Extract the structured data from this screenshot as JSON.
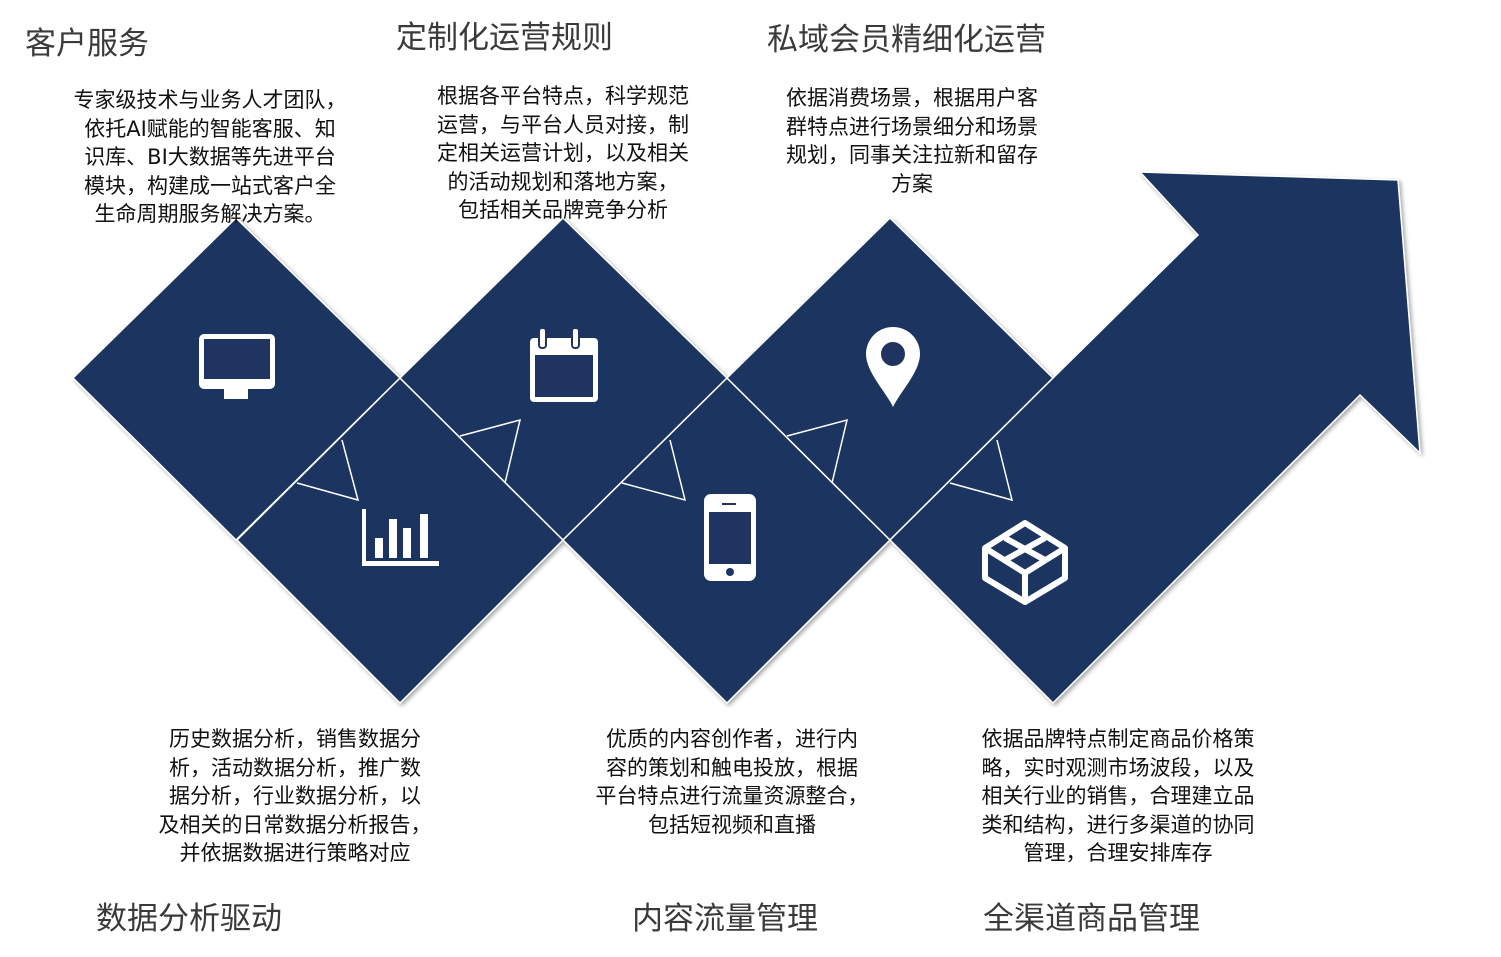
{
  "accent_color": "#1f3461",
  "steps": [
    {
      "title": "客户服务",
      "icon": "monitor-icon",
      "desc": [
        "专家级技术与业务人才团队，",
        "依托AI赋能的智能客服、知",
        "识库、BI大数据等先进平台",
        "模块，构建成一站式客户全",
        "生命周期服务解决方案。"
      ]
    },
    {
      "title": "数据分析驱动",
      "icon": "bar-chart-icon",
      "desc": [
        "历史数据分析，销售数据分",
        "析，活动数据分析，推广数",
        "据分析，行业数据分析，以",
        "及相关的日常数据分析报告，",
        "并依据数据进行策略对应"
      ]
    },
    {
      "title": "定制化运营规则",
      "icon": "calendar-icon",
      "desc": [
        "根据各平台特点，科学规范",
        "运营，与平台人员对接，制",
        "定相关运营计划，以及相关",
        "的活动规划和落地方案，",
        "包括相关品牌竞争分析"
      ]
    },
    {
      "title": "内容流量管理",
      "icon": "smartphone-icon",
      "desc": [
        "优质的内容创作者，进行内",
        "容的策划和触电投放，根据",
        "平台特点进行流量资源整合，",
        "包括短视频和直播"
      ]
    },
    {
      "title": "私域会员精细化运营",
      "icon": "location-pin-icon",
      "desc": [
        "依据消费场景，根据用户客",
        "群特点进行场景细分和场景",
        "规划，同事关注拉新和留存",
        "方案"
      ]
    },
    {
      "title": "全渠道商品管理",
      "icon": "box-icon",
      "desc": [
        "依据品牌特点制定商品价格策",
        "略，实时观测市场波段，以及",
        "相关行业的销售，合理建立品",
        "类和结构，进行多渠道的协同",
        "管理，合理安排库存"
      ]
    }
  ]
}
